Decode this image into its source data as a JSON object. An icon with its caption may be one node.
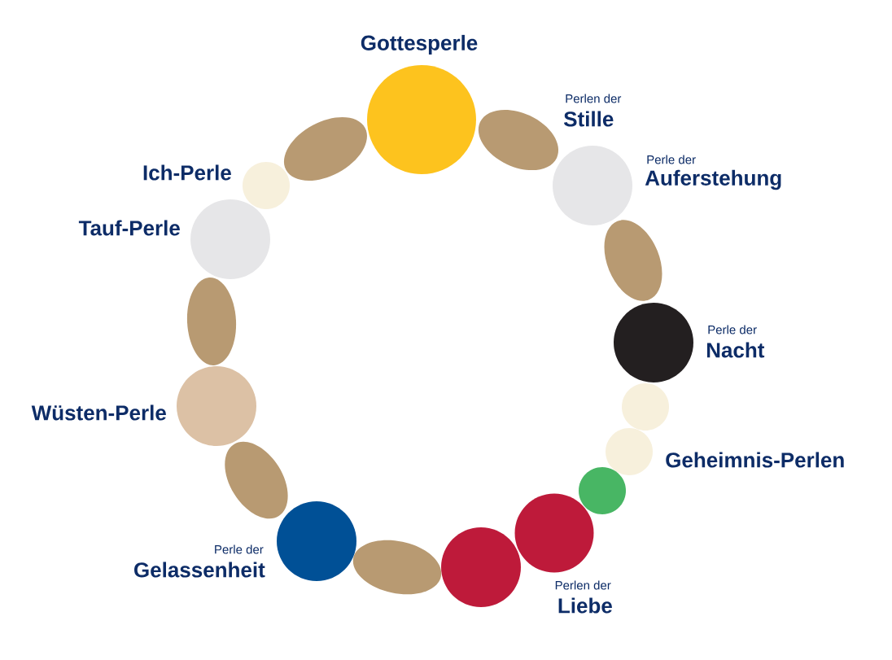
{
  "diagram": {
    "nodes": [
      {
        "text": [],
        "shape": "circle",
        "beside": [
          "Gottesperle"
        ]
      },
      {
        "text": [],
        "shape": "ellipse",
        "beside": [
          "Perlen der",
          "Stille"
        ]
      },
      {
        "text": [],
        "shape": "circle",
        "beside": [
          "Perle der",
          "Auferstehung"
        ]
      },
      {
        "text": [],
        "shape": "ellipse"
      },
      {
        "text": [],
        "shape": "circle",
        "beside": [
          "Perle der",
          "Nacht"
        ]
      },
      {
        "text": [],
        "shape": "circle"
      },
      {
        "text": [],
        "shape": "circle",
        "beside": [
          "Geheimnis-Perlen"
        ]
      },
      {
        "text": [],
        "shape": "circle"
      },
      {
        "text": [],
        "shape": "circle",
        "beside": [
          "Perlen der",
          "Liebe"
        ]
      },
      {
        "text": [],
        "shape": "circle"
      },
      {
        "text": [],
        "shape": "ellipse"
      },
      {
        "text": [],
        "shape": "circle",
        "beside": [
          "Perle der",
          "Gelassenheit"
        ]
      },
      {
        "text": [],
        "shape": "ellipse"
      },
      {
        "text": [],
        "shape": "circle",
        "beside": [
          "Wüsten-Perle"
        ]
      },
      {
        "text": [],
        "shape": "ellipse"
      },
      {
        "text": [],
        "shape": "circle",
        "beside": [
          "Tauf-Perle"
        ]
      },
      {
        "text": [],
        "shape": "circle",
        "beside": [
          "Ich-Perle"
        ]
      },
      {
        "text": [],
        "shape": "ellipse"
      }
    ]
  }
}
